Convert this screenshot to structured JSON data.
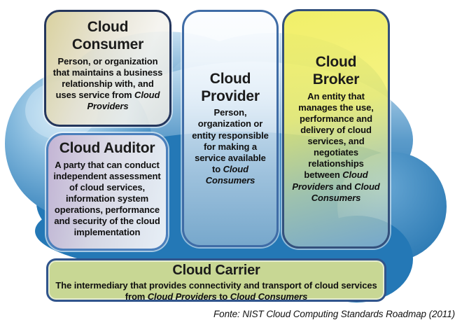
{
  "caption": "Fonte: NIST Cloud Computing Standards Roadmap (2011)",
  "actors": {
    "consumer": {
      "title": "Cloud\nConsumer",
      "body_1": "Person, or organization that maintains a business relationship with, and uses service from ",
      "body_2": "Cloud Providers"
    },
    "auditor": {
      "title": "Cloud Auditor",
      "body_1": "A party that can conduct independent assessment of cloud services, information system operations, performance and security of the cloud implementation"
    },
    "provider": {
      "title": "Cloud\nProvider",
      "body_1": "Person, organization or entity responsible for making a service available to ",
      "body_2": "Cloud Consumers"
    },
    "broker": {
      "title": "Cloud\nBroker",
      "body_1": "An entity that manages the use, performance and delivery of cloud services, and negotiates relationships between ",
      "body_2": "Cloud Providers",
      "body_3": " and ",
      "body_4": "Cloud Consumers"
    },
    "carrier": {
      "title": "Cloud Carrier",
      "body_1": "The intermediary that provides connectivity and transport of cloud services from ",
      "body_2": "Cloud Providers",
      "body_3": " to ",
      "body_4": "Cloud Consumers"
    }
  },
  "colors": {
    "cloud_blue": "#2478b6",
    "cloud_light_blue": "#c7e0f1",
    "consumer_tint": "#d8d09c",
    "auditor_tint": "#c5b3d3",
    "provider_tint": "#eef3f8",
    "broker_yellow": "#f2ef6a",
    "carrier_green": "#c8d794",
    "border_navy": "#24365c",
    "border_steel_blue": "#4a7ebb"
  }
}
